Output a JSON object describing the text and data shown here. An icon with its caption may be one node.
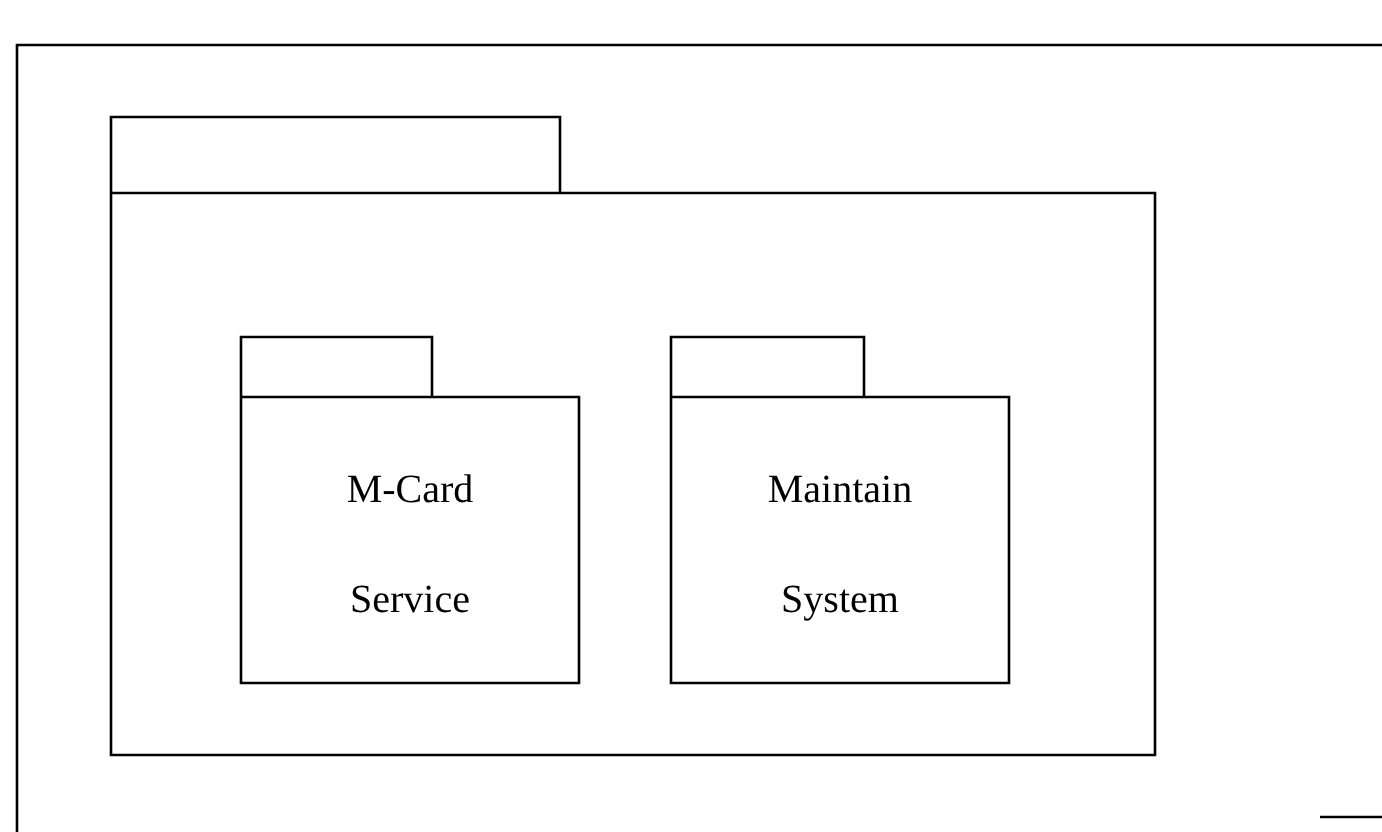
{
  "diagram": {
    "nodes": [
      {
        "text": [],
        "shape": "package"
      },
      {
        "text": [
          "M-Card Service"
        ],
        "in": 0
      },
      {
        "text": [
          "Maintain System"
        ],
        "in": 0
      }
    ]
  }
}
